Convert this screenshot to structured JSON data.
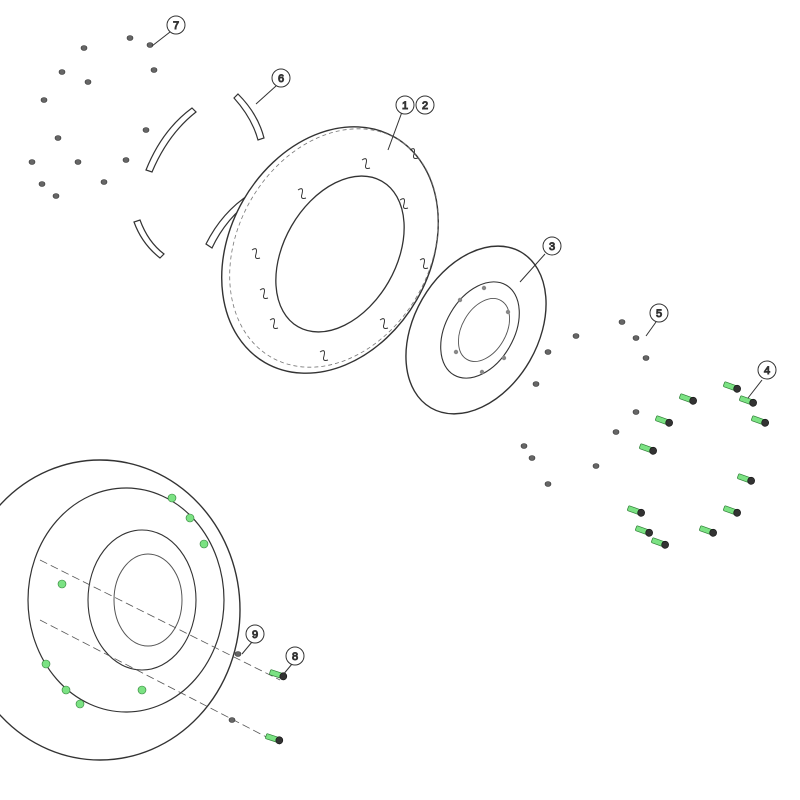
{
  "diagram": {
    "callouts": [
      {
        "label": "1"
      },
      {
        "label": "2"
      },
      {
        "label": "3"
      },
      {
        "label": "4"
      },
      {
        "label": "5"
      },
      {
        "label": "6"
      },
      {
        "label": "7"
      },
      {
        "label": "8"
      },
      {
        "label": "9"
      }
    ]
  },
  "colors": {
    "line": "#3a3a3a",
    "accent_bolt": "#57d86a",
    "background": "#ffffff"
  }
}
